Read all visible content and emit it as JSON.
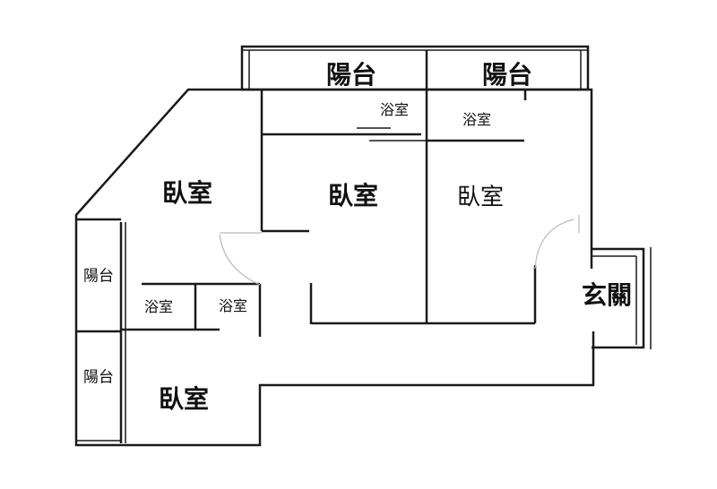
{
  "title": "Floor plan",
  "rooms": {
    "balcony_top_left": "陽台",
    "balcony_top_right": "陽台",
    "bath_top_left": "浴室",
    "bath_top_right": "浴室",
    "bedroom_upper_left": "臥室",
    "bedroom_center": "臥室",
    "bedroom_right": "臥室",
    "balcony_left_upper": "陽台",
    "balcony_left_lower": "陽台",
    "bath_left_a": "浴室",
    "bath_left_b": "浴室",
    "bedroom_lower_left": "臥室",
    "entrance": "玄關"
  },
  "colors": {
    "wall": "#1a1a1a",
    "background": "#ffffff",
    "faint": "#c8c8c8"
  }
}
